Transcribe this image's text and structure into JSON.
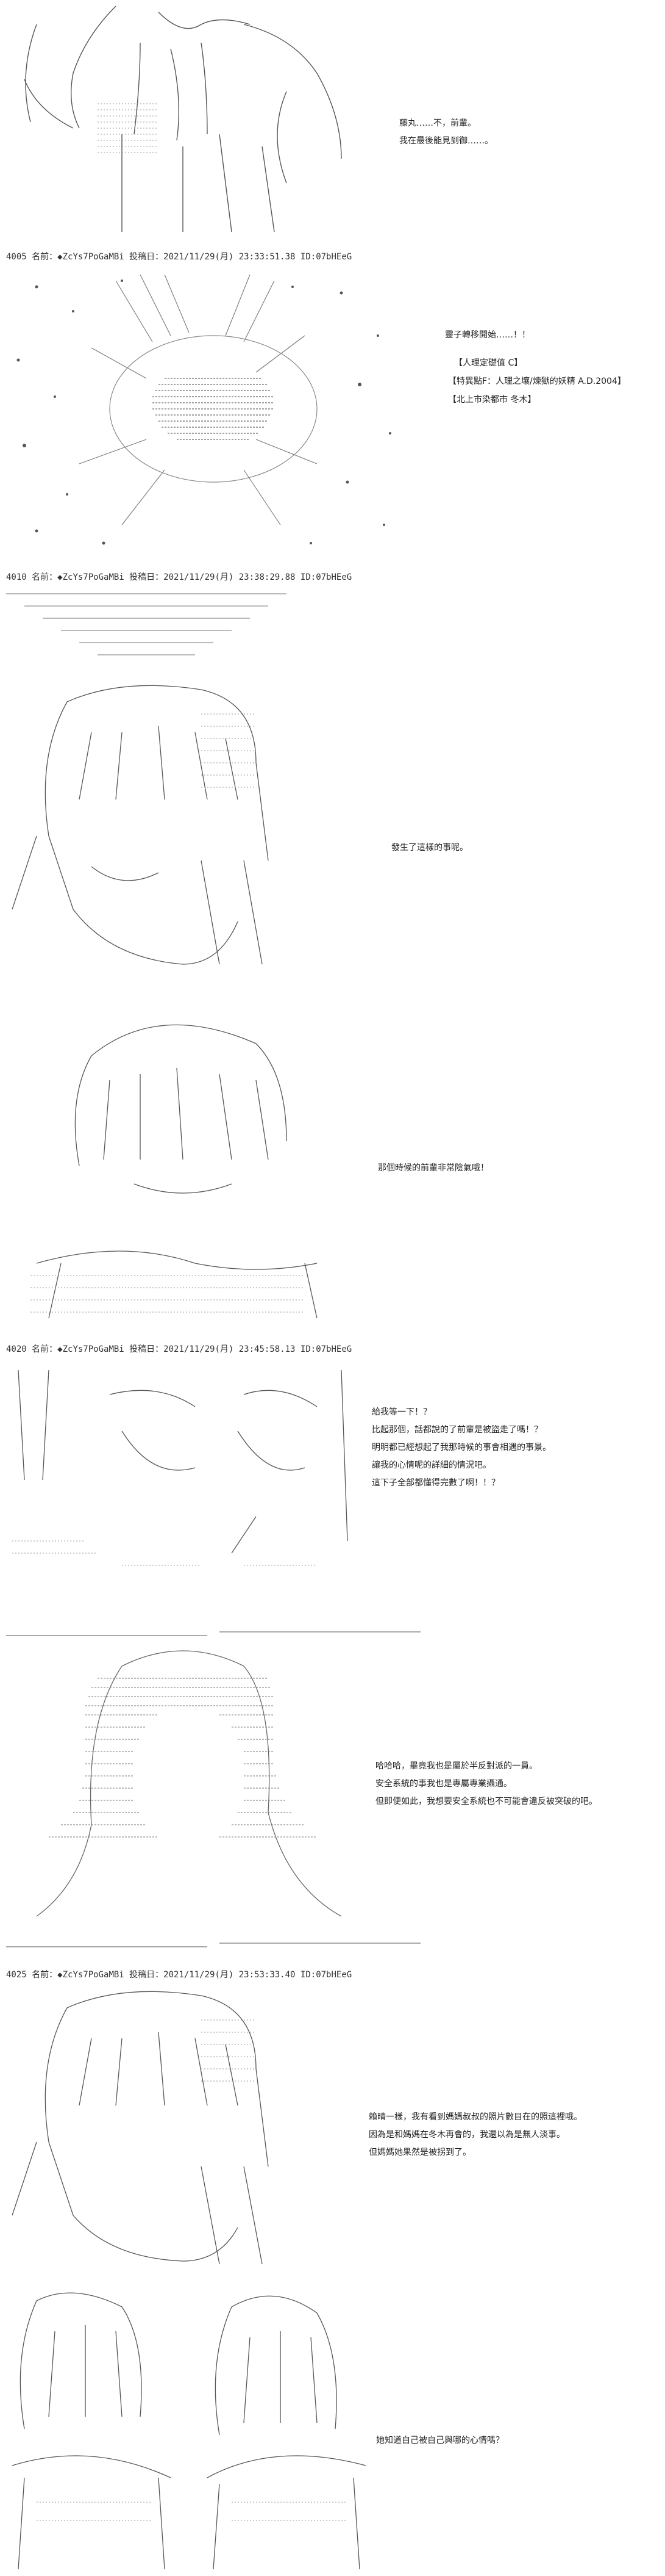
{
  "posts": [
    {
      "number": "4005",
      "name_label": "名前：",
      "name": "◆ZcYs7PoGaMBi",
      "date_label": "投稿日：",
      "date": "2021/11/29(月) 23:33:51.38",
      "id": "ID:07bHEeG"
    },
    {
      "number": "4010",
      "name_label": "名前：",
      "name": "◆ZcYs7PoGaMBi",
      "date_label": "投稿日：",
      "date": "2021/11/29(月) 23:38:29.88",
      "id": "ID:07bHEeG"
    },
    {
      "number": "4020",
      "name_label": "名前：",
      "name": "◆ZcYs7PoGaMBi",
      "date_label": "投稿日：",
      "date": "2021/11/29(月) 23:45:58.13",
      "id": "ID:07bHEeG"
    },
    {
      "number": "4025",
      "name_label": "名前：",
      "name": "◆ZcYs7PoGaMBi",
      "date_label": "投稿日：",
      "date": "2021/11/29(月) 23:53:33.40",
      "id": "ID:07bHEeG"
    }
  ],
  "dialogs": {
    "d1": [
      "藤丸……不，前輩。",
      "我在最後能見到御……。"
    ],
    "d2": [
      "靈子轉移開始……！！"
    ],
    "d3": [
      "【人理定礎值 C】",
      "【特異點F：人理之壤/煉獄的妖精 A.D.2004】",
      "【北上市染都市 冬木】"
    ],
    "d4": [
      "發生了這樣的事呢。"
    ],
    "d5": [
      "那個時候的前輩非常陰氣哦！"
    ],
    "d6": [
      "給我等一下！？",
      "比起那個，話都說的了前輩是被盜走了嗎！？",
      "明明都已經想起了我那時候的事會相遇的事景。",
      "讓我的心情呢的詳細的情況吧。",
      "這下子全部都懂得完數了啊！！？"
    ],
    "d7": [
      "哈哈哈，畢竟我也是屬於半反對派的一員。",
      "安全系統的事我也是專屬專業攝通。",
      "但即便如此，我想要安全系統也不可能會違反被突破的吧。"
    ],
    "d8": [
      "賴晴一樣，我有看到媽媽叔叔的照片數目在的照這裡哦。",
      "因為是和媽媽在冬木再會的，我還以為是無人淡事。",
      "但媽媽她果然是被拐到了。"
    ],
    "d9": [
      "她知道自己被自己與哪的心情嗎？"
    ]
  }
}
